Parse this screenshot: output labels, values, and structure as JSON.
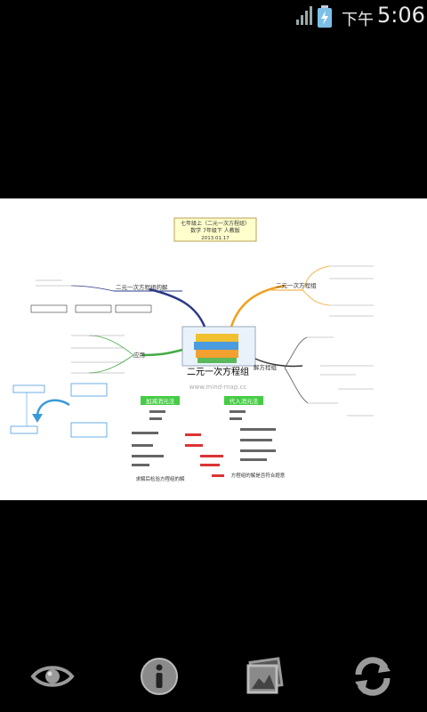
{
  "status_bar": {
    "ampm": "下午",
    "time": "5:06"
  },
  "mindmap": {
    "center_title": "二元一次方程组",
    "watermark": "www.mind-map.cc",
    "header_note_1": "七年级上（二元一次方程组）",
    "header_note_2": "数学 7年级下 人教版",
    "header_note_3": "2013.01.17",
    "branch_right_top": "二元一次方程组",
    "branch_left_top": "二元一次方程组的解",
    "branch_left_mid": "应用",
    "branch_right_mid": "解方程组",
    "box_green_left": "加减消元法",
    "box_green_right": "代入消元法",
    "bottom_note_1": "求解后检验方程组的解",
    "bottom_note_2": "方程组的解是否符合题意"
  },
  "toolbar": {
    "view_label": "eye-icon",
    "info_label": "info-icon",
    "gallery_label": "gallery-icon",
    "refresh_label": "refresh-icon"
  }
}
